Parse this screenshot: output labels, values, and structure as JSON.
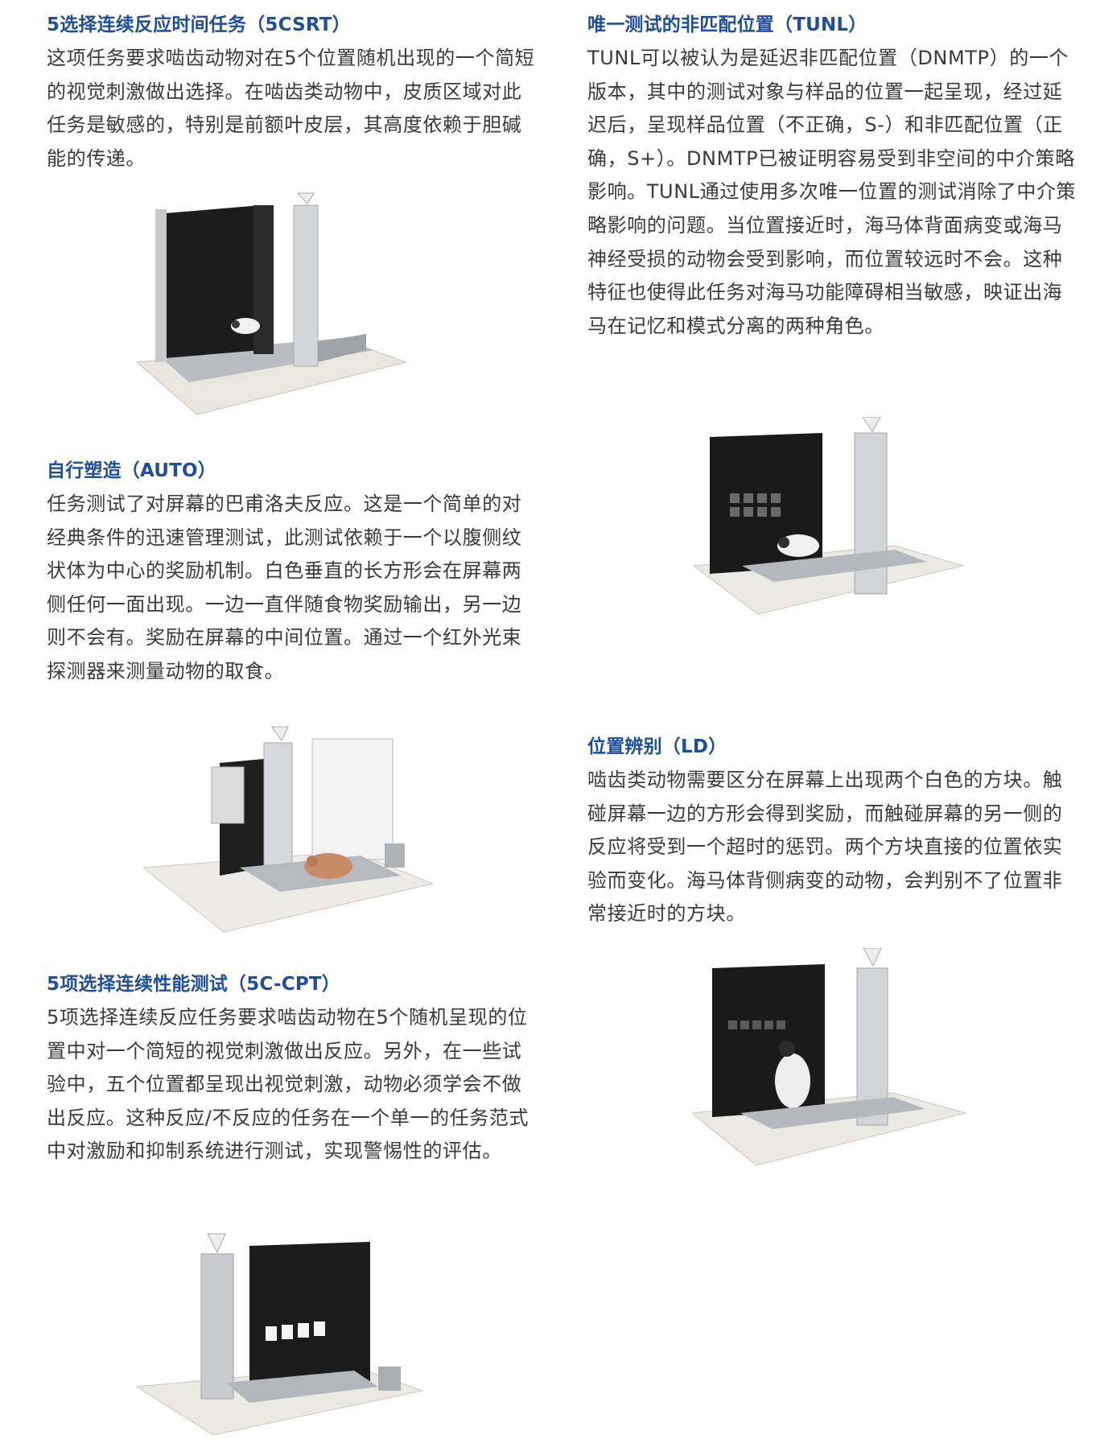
{
  "left_column": [
    {
      "heading": "5选择连续反应时间任务（5CSRT）",
      "body": "这项任务要求啮齿动物对在5个位置随机出现的一个简短的视觉刺激做出选择。在啮齿类动物中，皮质区域对此任务是敏感的，特别是前额叶皮层，其高度依赖于胆碱能的传递。"
    },
    {
      "heading": "自行塑造（AUTO）",
      "body": "任务测试了对屏幕的巴甫洛夫反应。这是一个简单的对经典条件的迅速管理测试，此测试依赖于一个以腹侧纹状体为中心的奖励机制。白色垂直的长方形会在屏幕两侧任何一面出现。一边一直伴随食物奖励输出，另一边则不会有。奖励在屏幕的中间位置。通过一个红外光束探测器来测量动物的取食。"
    },
    {
      "heading": "5项选择连续性能测试（5C-CPT）",
      "body": "5项选择连续反应任务要求啮齿动物在5个随机呈现的位置中对一个简短的视觉刺激做出反应。另外，在一些试验中，五个位置都呈现出视觉刺激，动物必须学会不做出反应。这种反应/不反应的任务在一个单一的任务范式中对激励和抑制系统进行测试，实现警惕性的评估。"
    }
  ],
  "right_column": [
    {
      "heading": "唯一测试的非匹配位置（TUNL）",
      "body": "TUNL可以被认为是延迟非匹配位置（DNMTP）的一个版本，其中的测试对象与样品的位置一起呈现，经过延迟后，呈现样品位置（不正确，S-）和非匹配位置（正确，S+）。DNMTP已被证明容易受到非空间的中介策略影响。TUNL通过使用多次唯一位置的测试消除了中介策略影响的问题。当位置接近时，海马体背面病变或海马神经受损的动物会受到影响，而位置较远时不会。这种特征也使得此任务对海马功能障碍相当敏感，映证出海马在记忆和模式分离的两种角色。"
    },
    {
      "heading": "位置辨别（LD）",
      "body": "啮齿类动物需要区分在屏幕上出现两个白色的方块。触碰屏幕一边的方形会得到奖励，而触碰屏幕的另一侧的反应将受到一个超时的惩罚。两个方块直接的位置依实验而变化。海马体背侧病变的动物，会判别不了位置非常接近时的方块。"
    }
  ],
  "colors": {
    "heading": "#1f4f9c",
    "body": "#3a3a3a"
  }
}
